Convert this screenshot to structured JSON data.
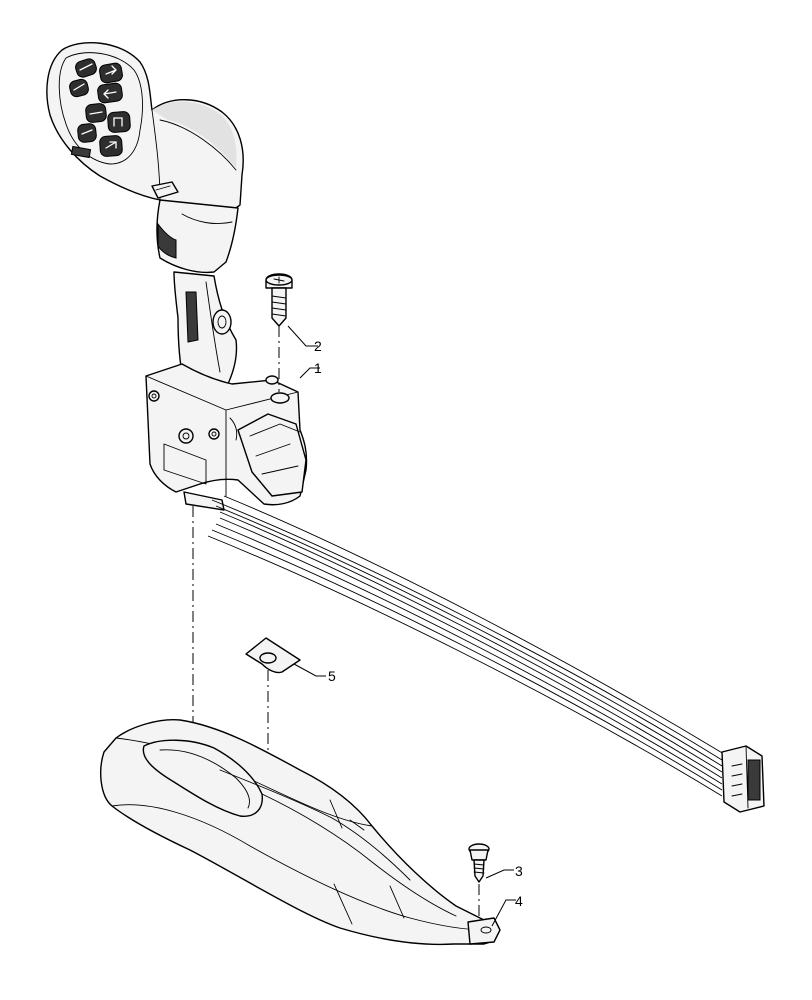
{
  "callouts": [
    {
      "id": "1",
      "label": "1"
    },
    {
      "id": "2",
      "label": "2"
    },
    {
      "id": "3",
      "label": "3"
    },
    {
      "id": "4",
      "label": "4"
    },
    {
      "id": "5",
      "label": "5"
    }
  ],
  "colors": {
    "line": "#000000",
    "background": "#ffffff",
    "button": "#2e2e2e"
  }
}
